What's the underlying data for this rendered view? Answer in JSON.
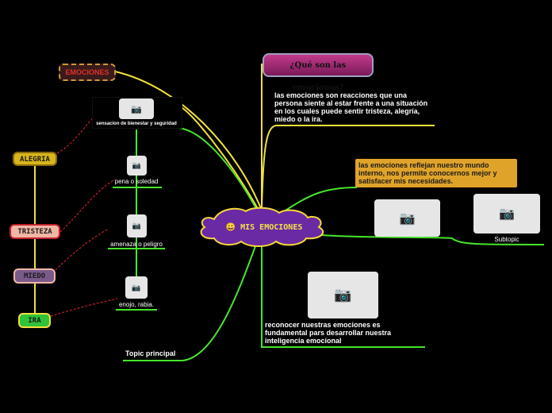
{
  "central_topic": {
    "label": "MIS EMOCIONES",
    "emoji": "😀"
  },
  "top_left_label": "EMOCIONES",
  "question_label": "¿Qué son las emociones?",
  "definition_text": "las emociones son reacciones que una persona siente al estar frente a una situación en los cuales puede sentir tristeza, alegría, miedo o la ira.",
  "reflect_text": "las  emociones reflejan nuestro mundo interno, nos permite conocernos mejor y satisfacer mis necesidades.",
  "subtopic_label": "Subtopic",
  "recognize_text": "reconocer nuestras emociones es fundamental pars desarrollar nuestra inteligencia emocional",
  "topic_principal_label": "Topic principal",
  "emotions": [
    {
      "name": "ALEGRIA",
      "meaning": "sensacion de bienestar y seguridad"
    },
    {
      "name": "TRISTEZA",
      "meaning": "pena o soledad"
    },
    {
      "name": "MIEDO",
      "meaning": "amenaza o peligro"
    },
    {
      "name": "IRA",
      "meaning": "enojo, rabia."
    }
  ],
  "colors": {
    "background": "#000000",
    "central_fill": "#6a2aa3",
    "central_border": "#f5d83a",
    "line_green": "#47e62a",
    "line_yellow": "#f2e03c",
    "connector_red": "#c0202a",
    "alegria_fill": "#d8b51c",
    "tristeza_fill": "#f2b6a6",
    "miedo_fill": "#7a5a8a",
    "ira_fill": "#2fc43a",
    "question_fill": "#a02a6a",
    "reflect_fill": "#e0a32a"
  },
  "icons": [
    "camera-icon"
  ]
}
